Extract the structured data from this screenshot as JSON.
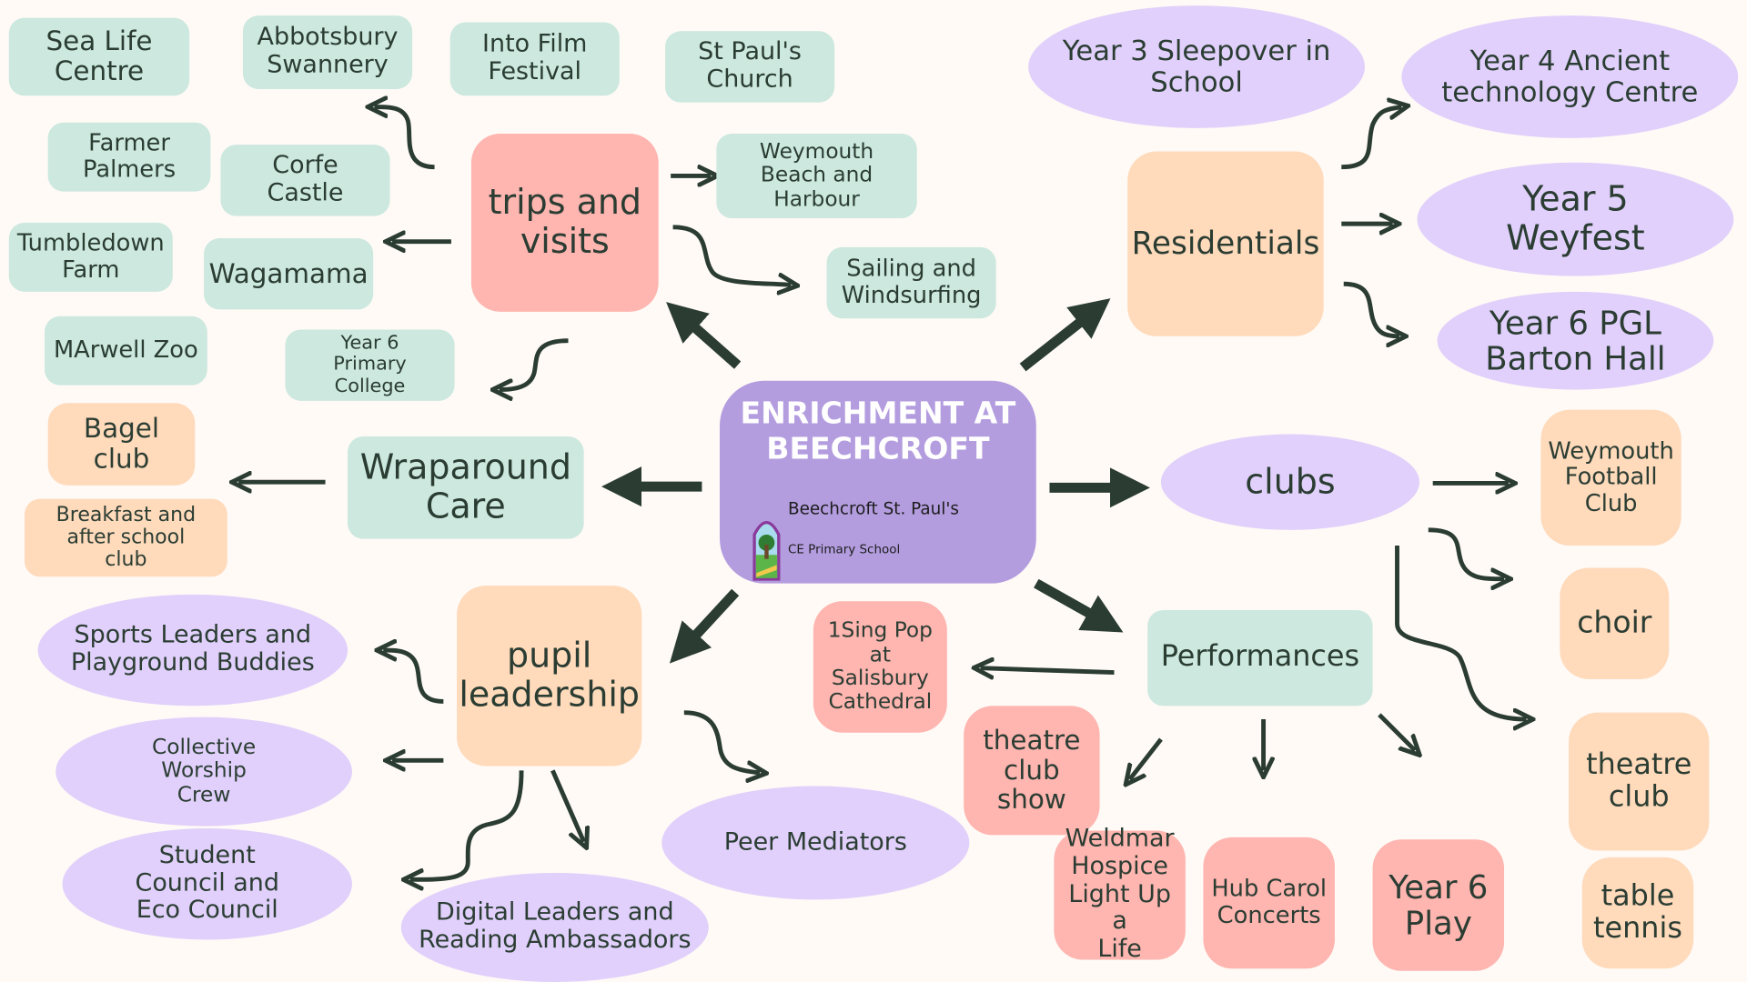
{
  "title": "ENRICHMENT AT\nBEECHCROFT",
  "logo": {
    "name": "Beechcroft St. Paul's",
    "subtitle": "CE Primary School"
  },
  "colors": {
    "mint": "#cce8df",
    "pink": "#ffb5b0",
    "peach": "#ffdabb",
    "lavender": "#e0d0fb",
    "center": "#b39ddf",
    "arrow": "#2b3d33"
  },
  "trips": {
    "label": "trips and\nvisits",
    "items": [
      "Sea Life\nCentre",
      "Abbotsbury\nSwannery",
      "Into Film\nFestival",
      "St Paul's\nChurch",
      "Farmer\nPalmers",
      "Corfe\nCastle",
      "Tumbledown\nFarm",
      "Wagamama",
      "MArwell Zoo",
      "Year 6\nPrimary\nCollege",
      "Weymouth\nBeach and\nHarbour",
      "Sailing and\nWindsurfing"
    ]
  },
  "residentials": {
    "label": "Residentials",
    "items": [
      "Year 3 Sleepover in\nSchool",
      "Year 4 Ancient\ntechnology Centre",
      "Year 5\nWeyfest",
      "Year 6 PGL\nBarton Hall"
    ]
  },
  "wraparound": {
    "label": "Wraparound\nCare",
    "items": [
      "Bagel club",
      "Breakfast and\nafter school\nclub"
    ]
  },
  "clubs": {
    "label": "clubs",
    "items": [
      "Weymouth\nFootball\nClub",
      "choir",
      "theatre\nclub",
      "table\ntennis"
    ]
  },
  "performances": {
    "label": "Performances",
    "items": [
      "1Sing Pop\nat\nSalisbury\nCathedral",
      "theatre\nclub\nshow",
      "Weldmar\nHospice\nLight Up a\nLife",
      "Hub Carol\nConcerts",
      "Year 6\nPlay"
    ]
  },
  "pupil_leadership": {
    "label": "pupil\nleadership",
    "items": [
      "Sports Leaders and\nPlayground Buddies",
      "Collective\nWorship\nCrew",
      "Student\nCouncil and\nEco Council",
      "Digital Leaders and\nReading Ambassadors",
      "Peer Mediators"
    ]
  }
}
